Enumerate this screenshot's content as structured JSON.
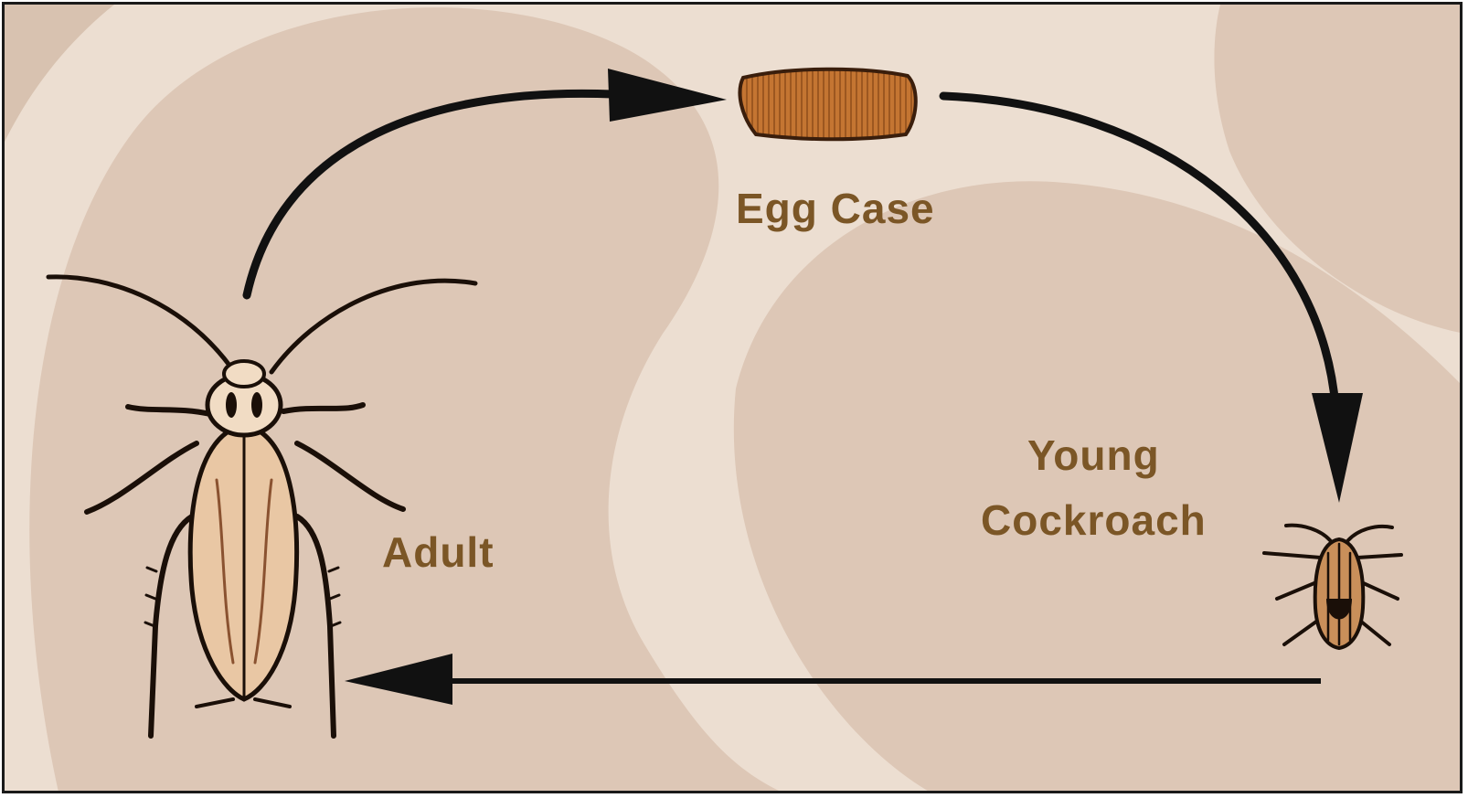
{
  "diagram": {
    "stages": {
      "egg_case": "Egg Case",
      "young_line1": "Young",
      "young_line2": "Cockroach",
      "adult": "Adult"
    },
    "colors": {
      "background_light": "#ecded1",
      "background_dark": "#ddc7b6",
      "label_text": "#7b5626",
      "arrow": "#111111",
      "egg_case_fill": "#b96c2a",
      "insect_fill": "#c98f5a",
      "insect_outline": "#1a0f08"
    },
    "icons": [
      "adult-cockroach-illustration",
      "egg-case-illustration",
      "young-cockroach-illustration"
    ]
  }
}
